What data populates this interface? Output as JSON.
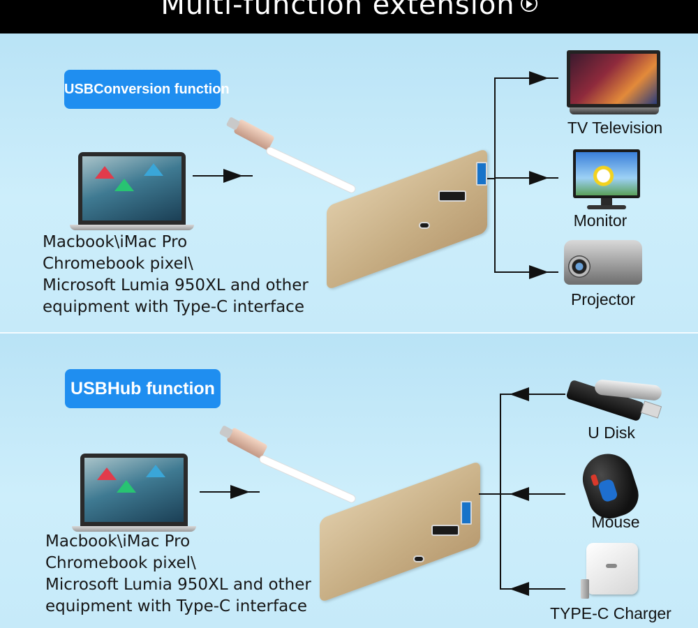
{
  "header": {
    "title": "Multi-function extension"
  },
  "sections": {
    "conversion": {
      "badge": "USBConversion function",
      "desc_lines": [
        "Macbook\\iMac Pro",
        "Chromebook pixel\\",
        "Microsoft Lumia 950XL and other",
        "equipment with Type-C interface"
      ],
      "devices": [
        {
          "label": "TV Television",
          "icon": "tv-icon"
        },
        {
          "label": "Monitor",
          "icon": "monitor-icon"
        },
        {
          "label": "Projector",
          "icon": "projector-icon"
        }
      ]
    },
    "hub": {
      "badge": "USBHub function",
      "desc_lines": [
        "Macbook\\iMac Pro",
        "Chromebook pixel\\",
        "Microsoft Lumia 950XL and other",
        "equipment with Type-C interface"
      ],
      "devices": [
        {
          "label": "U Disk",
          "icon": "usb-flash-drive-icon"
        },
        {
          "label": "Mouse",
          "icon": "mouse-icon"
        },
        {
          "label": "TYPE-C Charger",
          "icon": "charger-icon"
        }
      ]
    }
  },
  "colors": {
    "header_bg": "#000000",
    "badge_bg": "#1f8ef0",
    "panel_bg": "#c6eaf9",
    "adapter_gold": "#c7ae84",
    "usb_port_blue": "#1773c9"
  }
}
